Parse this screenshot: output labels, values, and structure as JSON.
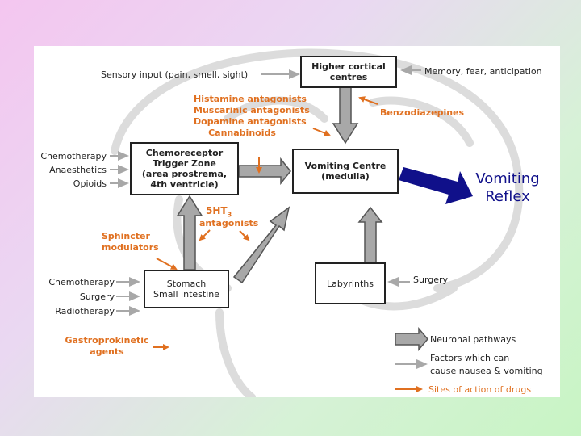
{
  "diagram": {
    "sensory_input": "Sensory input (pain, smell, sight)",
    "higher_cortical": [
      "Higher cortical",
      "centres"
    ],
    "memory": "Memory, fear, anticipation",
    "drugs_central": [
      "Histamine antagonists",
      "Muscarinic antagonists",
      "Dopamine antagonists",
      "Cannabinoids"
    ],
    "benzodiazepines": "Benzodiazepines",
    "ctz_inputs": [
      "Chemotherapy",
      "Anaesthetics",
      "Opioids"
    ],
    "ctz": [
      "Chemoreceptor",
      "Trigger Zone",
      "(area prostrema,",
      "4th ventricle)"
    ],
    "vomiting_centre": [
      "Vomiting Centre",
      "(medulla)"
    ],
    "vomiting_reflex": [
      "Vomiting",
      "Reflex"
    ],
    "ht3_main": "5HT",
    "ht3_sub": "3",
    "ht3_label": "antagonists",
    "sphincter": [
      "Sphincter",
      "modulators"
    ],
    "gut_inputs": [
      "Chemotherapy",
      "Surgery",
      "Radiotherapy"
    ],
    "stomach": [
      "Stomach",
      "Small intestine"
    ],
    "labyrinths": "Labyrinths",
    "surgery": "Surgery",
    "gastro": [
      "Gastroprokinetic",
      "agents"
    ]
  },
  "legend": {
    "neuronal": "Neuronal pathways",
    "factors": [
      "Factors which can",
      "cause nausea & vomiting"
    ],
    "sites": "Sites of action of drugs"
  },
  "colors": {
    "orange": "#e07020",
    "dark_blue": "#10108a",
    "grey_arrow": "#a8a8a8",
    "background_gradient": [
      "#f4c6f0",
      "#c8f4c4"
    ]
  }
}
